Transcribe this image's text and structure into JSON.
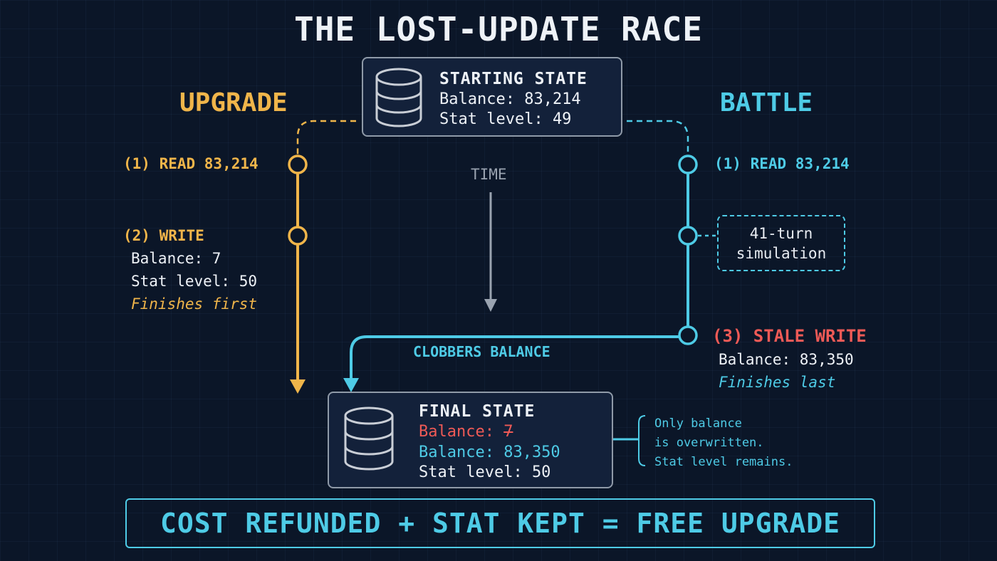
{
  "title": "THE LOST-UPDATE RACE",
  "lanes": {
    "left": "UPGRADE",
    "right": "BATTLE"
  },
  "time_label": "TIME",
  "starting_state": {
    "heading": "STARTING STATE",
    "balance": "Balance: 83,214",
    "stat": "Stat level: 49"
  },
  "upgrade_steps": {
    "read": "(1) READ 83,214",
    "write": "(2) WRITE",
    "balance": "Balance: 7",
    "stat": "Stat level: 50",
    "note": "Finishes first"
  },
  "battle_steps": {
    "read": "(1) READ 83,214",
    "simulation": [
      "41-turn",
      "simulation"
    ],
    "stale_write": "(3) STALE WRITE",
    "balance": "Balance: 83,350",
    "note": "Finishes last"
  },
  "clobber_label": "CLOBBERS BALANCE",
  "final_state": {
    "heading": "FINAL STATE",
    "old_balance_label": "Balance: ",
    "old_balance_value": "7",
    "balance": "Balance: 83,350",
    "stat": "Stat level: 50"
  },
  "side_note": [
    "Only balance",
    "is overwritten.",
    "Stat level remains."
  ],
  "banner": "COST REFUNDED + STAT KEPT = FREE UPGRADE",
  "colors": {
    "background": "#0b1628",
    "upgrade": "#f0b54a",
    "battle": "#4ecbe6",
    "stale": "#ef5a56",
    "box_border": "#8f9aa8",
    "time_arrow": "#9aa3b0"
  },
  "icons": {
    "database": "database-icon"
  }
}
